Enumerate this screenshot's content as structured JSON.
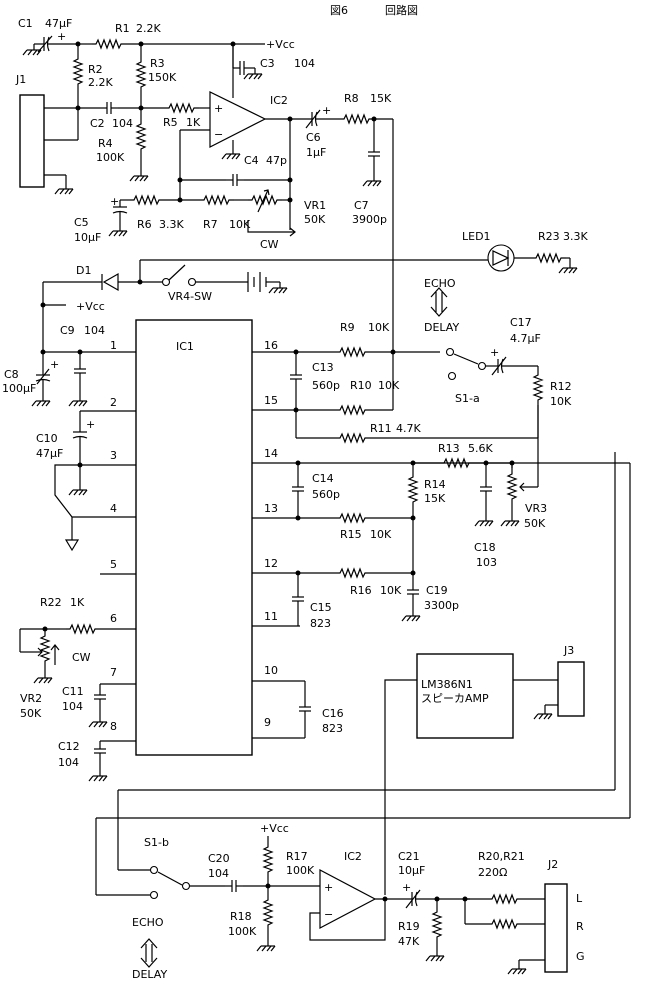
{
  "figure": {
    "number": "図6",
    "title": "回路図"
  },
  "supply": {
    "vcc": "+Vcc"
  },
  "parts": {
    "C1": [
      "C1",
      "47μF"
    ],
    "R1": [
      "R1",
      "2.2K"
    ],
    "R2": [
      "R2",
      "2.2K"
    ],
    "R3": [
      "R3",
      "150K"
    ],
    "C3": [
      "C3",
      "104"
    ],
    "J1": [
      "J1"
    ],
    "C2": [
      "C2",
      "104"
    ],
    "R4": [
      "R4",
      "100K"
    ],
    "R5": [
      "R5",
      "1K"
    ],
    "IC2a": [
      "IC2"
    ],
    "C6": [
      "C6",
      "1μF"
    ],
    "R8": [
      "R8",
      "15K"
    ],
    "C4": [
      "C4",
      "47p"
    ],
    "C7": [
      "C7",
      "3900p"
    ],
    "VR1": [
      "VR1",
      "50K"
    ],
    "C5": [
      "C5",
      "10μF"
    ],
    "R6": [
      "R6",
      "3.3K"
    ],
    "R7": [
      "R7",
      "10K"
    ],
    "LED1": [
      "LED1"
    ],
    "R23": [
      "R23",
      "3.3K"
    ],
    "D1": [
      "D1"
    ],
    "VR4": [
      "VR4-SW"
    ],
    "C9": [
      "C9",
      "104"
    ],
    "C8": [
      "C8",
      "100μF"
    ],
    "C10": [
      "C10",
      "47μF"
    ],
    "R9": [
      "R9",
      "10K"
    ],
    "C13": [
      "C13",
      "560p"
    ],
    "R10": [
      "R10",
      "10K"
    ],
    "R11": [
      "R11",
      "4.7K"
    ],
    "C17": [
      "C17",
      "4.7μF"
    ],
    "R12": [
      "R12",
      "10K"
    ],
    "S1a": [
      "S1-a"
    ],
    "R13": [
      "R13",
      "5.6K"
    ],
    "C14": [
      "C14",
      "560p"
    ],
    "R14": [
      "R14",
      "15K"
    ],
    "R15": [
      "R15",
      "10K"
    ],
    "C18": [
      "C18",
      "103"
    ],
    "VR3": [
      "VR3",
      "50K"
    ],
    "R16": [
      "R16",
      "10K"
    ],
    "C19": [
      "C19",
      "3300p"
    ],
    "C15": [
      "C15",
      "823"
    ],
    "R22": [
      "R22",
      "1K"
    ],
    "VR2": [
      "VR2",
      "50K"
    ],
    "C11": [
      "C11",
      "104"
    ],
    "C12": [
      "C12",
      "104"
    ],
    "C16": [
      "C16",
      "823"
    ],
    "IC1": [
      "IC1"
    ],
    "J3": [
      "J3"
    ],
    "S1b": [
      "S1-b"
    ],
    "C20": [
      "C20",
      "104"
    ],
    "R17": [
      "R17",
      "100K"
    ],
    "R18": [
      "R18",
      "100K"
    ],
    "IC2b": [
      "IC2"
    ],
    "C21": [
      "C21",
      "10μF"
    ],
    "R19": [
      "R19",
      "47K"
    ],
    "R2021": [
      "R20,R21",
      "220Ω"
    ],
    "J2": [
      "J2"
    ]
  },
  "amp": {
    "line1": "LM386N1",
    "line2": "スピーカAMP"
  },
  "rotation": {
    "cw1": "CW",
    "cw2": "CW"
  },
  "switch_labels": {
    "echo_top": "ECHO",
    "delay_top": "DELAY",
    "echo_bottom": "ECHO",
    "delay_bottom": "DELAY"
  },
  "ic1_pins": {
    "left": [
      "1",
      "2",
      "3",
      "4",
      "5",
      "6",
      "7",
      "8"
    ],
    "right": [
      "16",
      "15",
      "14",
      "13",
      "12",
      "11",
      "10",
      "9"
    ]
  },
  "opamp_signs": {
    "plus": "+",
    "minus": "−"
  },
  "jack_labels": {
    "L": "L",
    "R": "R",
    "G": "G"
  }
}
